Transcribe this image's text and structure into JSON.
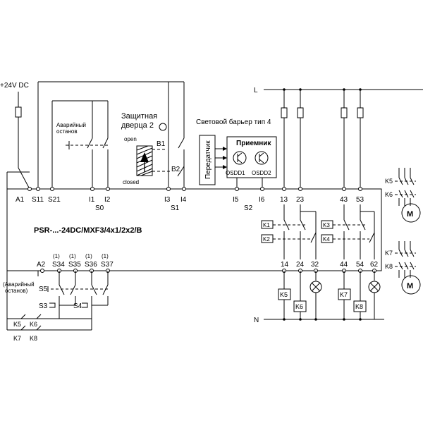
{
  "supply": {
    "plus24": "+24V DC",
    "L": "L",
    "N": "N"
  },
  "emergency": {
    "label_line1": "Аварийный",
    "label_line2": "останов"
  },
  "door": {
    "line1": "Защитная",
    "line2": "дверца 2",
    "open": "open",
    "closed": "closed",
    "b1": "B1",
    "b2": "B2"
  },
  "light_barrier": {
    "title": "Световой барьер тип 4",
    "transmitter": "Передатчик",
    "receiver": "Приемник",
    "osdd1": "OSDD1",
    "osdd2": "OSDD2"
  },
  "device": {
    "model": "PSR-...-24DC/MXF3/4x1/2x2/B"
  },
  "top_terminals": {
    "a1": "A1",
    "s11": "S11",
    "s21": "S21",
    "i1": "I1",
    "i2": "I2",
    "i3": "I3",
    "i4": "I4",
    "i5": "I5",
    "i6": "I6",
    "t13": "13",
    "t23": "23",
    "t43": "43",
    "t53": "53"
  },
  "groups": {
    "s0": "S0",
    "s1": "S1",
    "s2": "S2"
  },
  "bottom_terminals": {
    "a2": "A2",
    "s34": "S34",
    "s35": "S35",
    "s36": "S36",
    "s37": "S37",
    "t14": "14",
    "t24": "24",
    "t32": "32",
    "t44": "44",
    "t54": "54",
    "t62": "62"
  },
  "markers": {
    "one": "(1)"
  },
  "bottom_emergency": {
    "line1": "(Аварийный",
    "line2": "останов)"
  },
  "switches": {
    "s3": "S3",
    "s4": "S4",
    "s5": "S5"
  },
  "relays": {
    "k1": "K1",
    "k2": "K2",
    "k3": "K3",
    "k4": "K4",
    "k5": "K5",
    "k6": "K6",
    "k7": "K7",
    "k8": "K8"
  },
  "motors": {
    "m": "M"
  }
}
